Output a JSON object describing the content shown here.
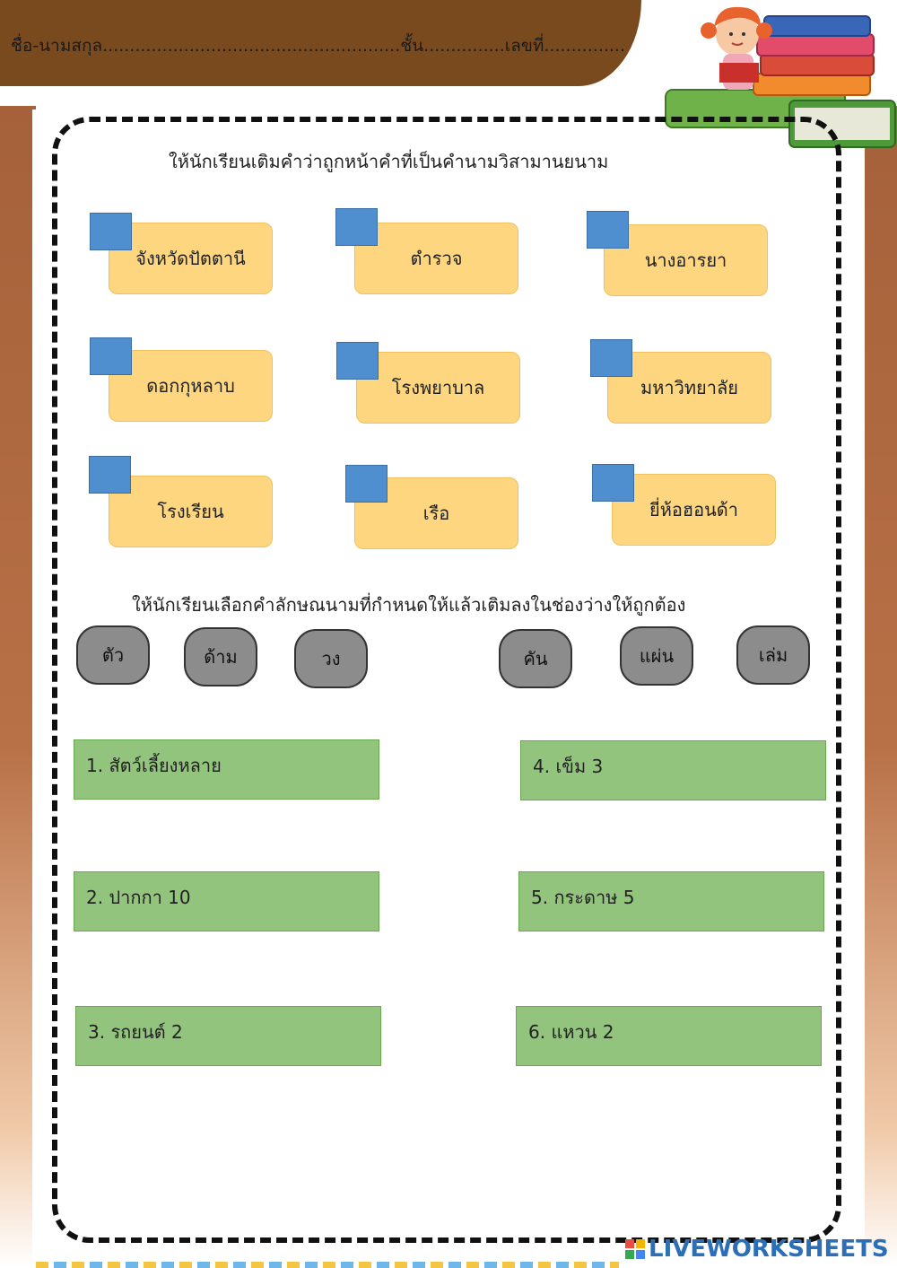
{
  "header": {
    "name_line": "ชื่อ-นามสกุล.......................................................ชั้น...............เลขที่..............."
  },
  "section1": {
    "instruction": "ให้นักเรียนเติมคำว่าถูกหน้าคำที่เป็นคำนามวิสามานยนาม",
    "words": [
      "จังหวัดปัตตานี",
      "ตำรวจ",
      "นางอารยา",
      "ดอกกุหลาบ",
      "โรงพยาบาล",
      "มหาวิทยาลัย",
      "โรงเรียน",
      "เรือ",
      "ยี่ห้อฮอนด้า"
    ]
  },
  "section2": {
    "instruction": "ให้นักเรียนเลือกคำลักษณนามที่กำหนดให้แล้วเติมลงในช่องว่างให้ถูกต้อง",
    "options": [
      "ตัว",
      "ด้าม",
      "วง",
      "คัน",
      "แผ่น",
      "เล่ม"
    ],
    "blanks": [
      "1. สัตว์เลี้ยงหลาย",
      "4. เข็ม 3",
      "2. ปากกา 10",
      "5. กระดาษ 5",
      "3. รถยนต์ 2",
      "6. แหวน 2"
    ]
  },
  "footer": {
    "logo": "LIVEWORKSHEETS"
  },
  "colors": {
    "header_band": "#7a4a1f",
    "card": "#fdd67f",
    "checkbox": "#4f8fd0",
    "option_pill": "#8c8c8c",
    "answer_box": "#93c47d",
    "side_border": "#b87046"
  }
}
